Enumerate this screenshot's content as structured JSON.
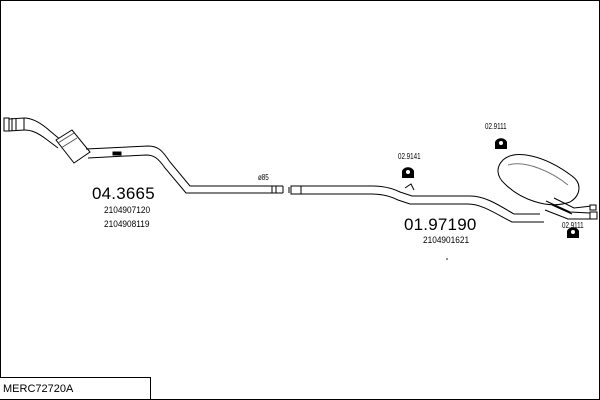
{
  "diagram": {
    "code": "MERC72720A",
    "parts": [
      {
        "number": "04.3665",
        "refs": [
          "2104907120",
          "2104908119"
        ]
      },
      {
        "number": "01.97190",
        "refs": [
          "2104901621"
        ]
      }
    ],
    "clamp_label": "ø85",
    "mounts": [
      "02.9141",
      "02.9111",
      "02.9111"
    ]
  }
}
